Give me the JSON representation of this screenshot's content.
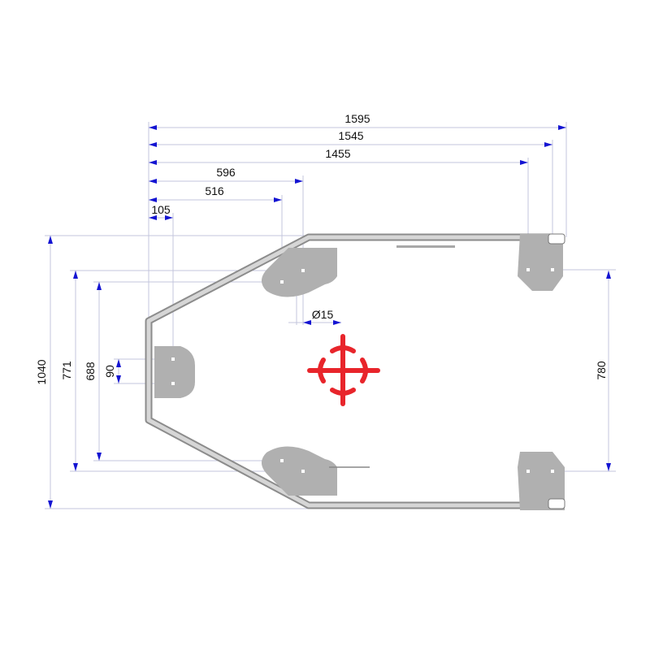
{
  "drawing": {
    "dimensions": {
      "d1595": "1595",
      "d1545": "1545",
      "d1455": "1455",
      "d596": "596",
      "d516": "516",
      "d105": "105",
      "d1040": "1040",
      "d771": "771",
      "d688": "688",
      "d90": "90",
      "d780": "780",
      "hole": "Ø15"
    },
    "colors": {
      "dimension_line": "#c3c6dc",
      "arrow": "#1414d2",
      "frame": "#b4b4b4",
      "plate": "#b0b0b0",
      "center_mark": "#e8252b"
    }
  }
}
